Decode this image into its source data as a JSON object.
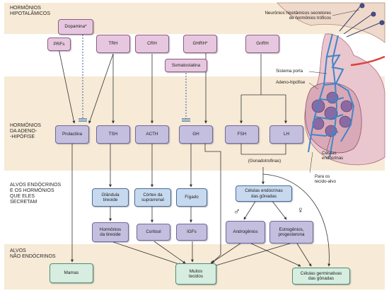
{
  "sections": {
    "hypothalamic": "HORMÔNIOS\nHIPOTALÂMICOS",
    "adenohypophysis": "HORMÔNIOS\nDA ADENO-\n-HIPÓFISE",
    "endocrine_targets": "ALVOS ENDÓCRINOS\nE OS HORMÔNIOS\nQUE ELES\nSECRETAM",
    "nonendocrine_targets": "ALVOS\nNÃO ENDÓCRINOS"
  },
  "hypothalamic_hormones": {
    "dopamina": "Dopamina*",
    "prfs": "PRFs",
    "trh": "TRH",
    "crh": "CRH",
    "ghrh": "GHRH*",
    "somatostatina": "Somatostatina",
    "gnrh": "GnRH"
  },
  "pituitary_hormones": {
    "prolactina": "Prolactina",
    "tsh": "TSH",
    "acth": "ACTH",
    "gh": "GH",
    "fsh": "FSH",
    "lh": "LH",
    "gonadotrofinas": "(Gonadotrofinas)"
  },
  "endocrine_targets": {
    "glandula_tireoide": "Glândula\ntireoide",
    "cortex_suprarrenal": "Córtex da\nsuprarrenal",
    "figado": "Fígado",
    "celulas_gonadas": "Células endócrinas\ndas gônadas",
    "hormonios_tireoide": "Hormônios\nda tireoide",
    "cortisol": "Cortisol",
    "igfs": "IGFs",
    "androgenios": "Androgênios",
    "estrogenios": "Estrogênios,\nprogesterona",
    "male_symbol": "♂",
    "female_symbol": "♀"
  },
  "nonendocrine_targets": {
    "mamas": "Mamas",
    "muitos_tecidos": "Muitos\ntecidos",
    "celulas_germinativas": "Células germinativas\ndas gônadas"
  },
  "illustration_labels": {
    "neuronios": "Neurônios hipotâmicos secretores\nde hormônios tróficos",
    "sistema_porta": "Sistema porta",
    "adeno_hipofise": "Adeno-hipófise",
    "celulas_endocrinas": "Células\nendócrinas",
    "tecido_alvo": "Para os\ntecido-alvo"
  },
  "colors": {
    "band": "#f7ead6",
    "hypothalamic_box": "#e7c7df",
    "pituitary_box": "#c4bedf",
    "endocrine_box": "#c7d9ee",
    "nonendocrine_box": "#d6ede0",
    "dashed_inhibit": "#2f63a6",
    "vessel_blue": "#3f86c6",
    "vessel_red": "#d9443b"
  }
}
